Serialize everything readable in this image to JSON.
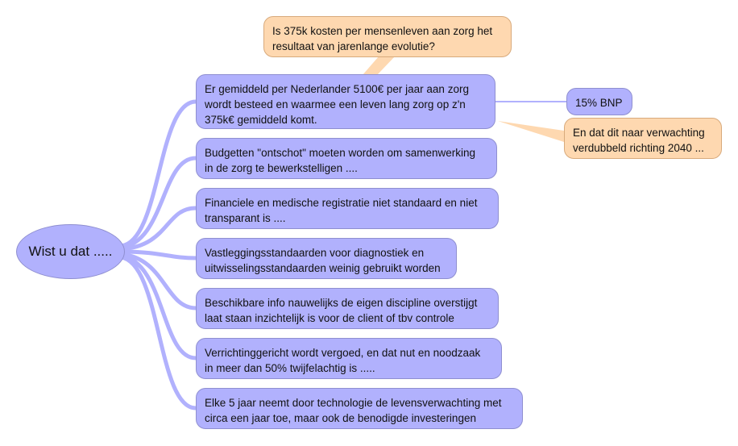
{
  "root": "Wist u dat .....",
  "branches": [
    "Er gemiddeld per Nederlander  5100€ per jaar aan zorg\nwordt besteed en  waarmee een leven lang zorg op z'n\n375k€ gemiddeld komt.",
    "Budgetten \"ontschot\" moeten worden om samenwerking\nin de zorg te bewerkstelligen ....",
    "Financiele en medische registratie niet standaard en niet\ntransparant is ....",
    "Vastleggingsstandaarden voor diagnostiek  en\nuitwisselingsstandaarden weinig gebruikt worden",
    "Beschikbare info nauwelijks de eigen discipline overstijgt\nlaat staan inzichtelijk is voor de client of tbv controle",
    "Verrichtinggericht wordt vergoed, en dat nut en noodzaak\nin meer dan 50% twijfelachtig is .....",
    "Elke 5 jaar neemt door technologie de levensverwachting met\ncirca een jaar toe, maar ook de benodigde investeringen"
  ],
  "subnode": "15% BNP",
  "callouts": {
    "top": "Is 375k kosten per mensenleven aan zorg het\nresultaat van jarenlange evolutie?",
    "right": "En dat dit naar verwachting\nverdubbeld richting 2040 ..."
  },
  "colors": {
    "node": "#b1b1fd",
    "note": "#fed8b0",
    "link": "#b1b1fd"
  }
}
